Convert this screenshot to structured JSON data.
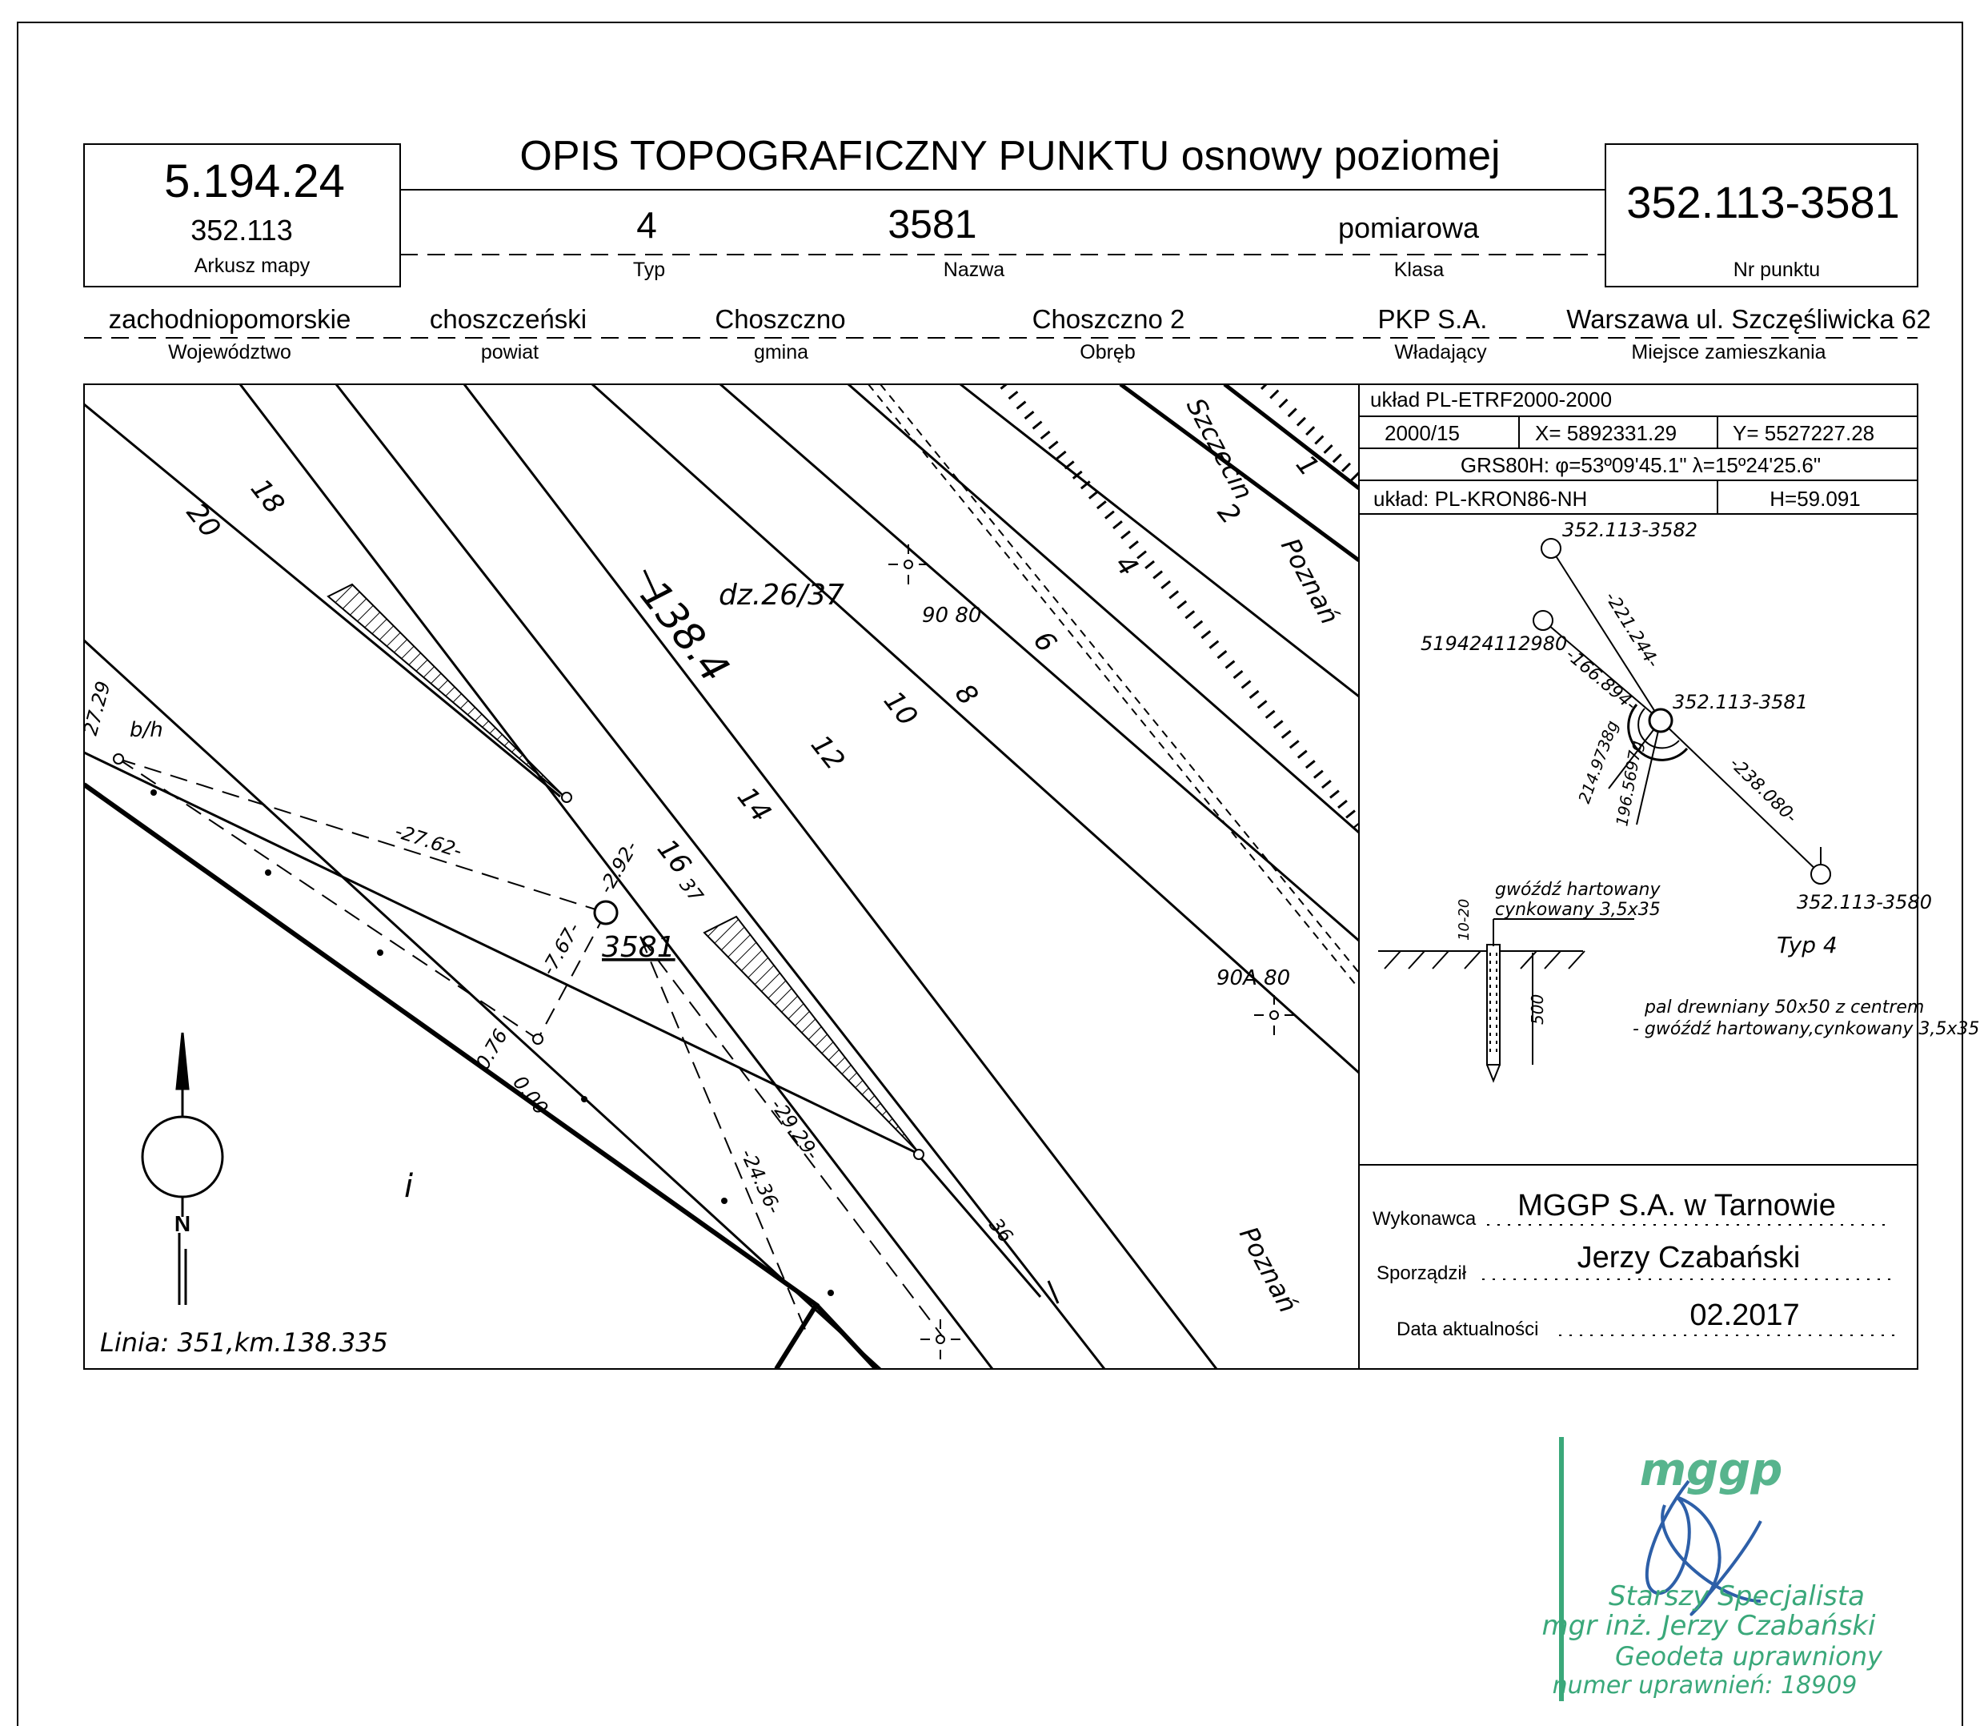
{
  "header": {
    "title": "OPIS TOPOGRAFICZNY PUNKTU osnowy poziomej",
    "sheet_number": "5.194.24",
    "sheet_code": "352.113",
    "sheet_label": "Arkusz mapy",
    "type_value": "4",
    "type_label": "Typ",
    "name_value": "3581",
    "name_label": "Nazwa",
    "class_value": "pomiarowa",
    "class_label": "Klasa",
    "point_number": "352.113-3581",
    "point_label": "Nr punktu"
  },
  "admin": {
    "voivodeship": "zachodniopomorskie",
    "voivodeship_label": "Województwo",
    "county": "choszczeński",
    "county_label": "powiat",
    "commune": "Choszczno",
    "commune_label": "gmina",
    "precinct": "Choszczno 2",
    "precinct_label": "Obręb",
    "owner": "PKP S.A.",
    "owner_label": "Władający",
    "residence": "Warszawa ul. Szczęśliwicka 62",
    "residence_label": "Miejsce zamieszkania"
  },
  "coords": {
    "system": "układ PL-ETRF2000-2000",
    "zone": "2000/15",
    "x": "X= 5892331.29",
    "y": "Y= 5527227.28",
    "grs": "GRS80H: φ=53º09'45.1\" λ=15º24'25.6\"",
    "height_system": "układ: PL-KRON86-NH",
    "h": "H=59.091"
  },
  "sketch": {
    "p3582": "352.113-3582",
    "p_other": "519424112980",
    "p3581": "352.113-3581",
    "p3580": "352.113-3580",
    "d1": "-221.244-",
    "d2": "-166.894-",
    "d3": "-238.080-",
    "a1": "214.9738g",
    "a2": "196.5697g",
    "type_note": "Typ 4",
    "nail_line1": "gwóźdź hartowany",
    "nail_line2": "cynkowany 3,5x35",
    "dim_top": "10-20",
    "dim_depth": "500",
    "note_line1": "pal drewniany 50x50 z centrem",
    "note_line2": "- gwóźdź hartowany,cynkowany 3,5x35"
  },
  "footer": {
    "contractor_label": "Wykonawca",
    "contractor": "MGGP S.A.  w Tarnowie",
    "author_label": "Sporządził",
    "author": "Jerzy Czabański",
    "date_label": "Data aktualności",
    "date": "02.2017"
  },
  "map": {
    "line_note": "Linia: 351,km.138.335",
    "parcel": "dz.26/37",
    "km": "138.4",
    "point": "3581",
    "to_szczecin": "Szczecin",
    "to_poznan": "Poznań",
    "track_1": "1",
    "track_2": "2",
    "n20": "20",
    "n18": "18",
    "n16": "16",
    "n14": "14",
    "n12": "12",
    "n10": "10",
    "n8": "8",
    "n6": "6",
    "n4": "4",
    "n2": "2",
    "n36": "36",
    "n37": "37",
    "n90_80": "90 80",
    "n90a_80": "90A 80",
    "bh": "b/h",
    "i": "i",
    "north": "N",
    "m2729": "27.29",
    "m2762": "-27.62-",
    "m292": "-2.92-",
    "m767": "-7.67-",
    "m076": "0.76",
    "m000": "0.00",
    "m2929": "-29.29-",
    "m2436": "-24.36-"
  },
  "stamp": {
    "logo": "mggp",
    "line1": "Starszy Specjalista",
    "line2": "mgr inż. Jerzy Czabański",
    "line3": "Geodeta uprawniony",
    "line4": "numer uprawnień: 18909",
    "color": "#3aa87a"
  }
}
